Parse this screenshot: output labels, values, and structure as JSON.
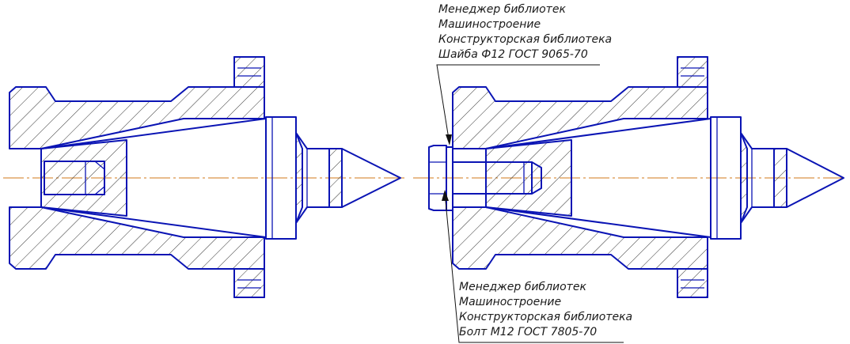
{
  "callouts": {
    "top": {
      "line1": "Менеджер библиотек",
      "line2": "Машиностроение",
      "line3": "Конструкторская библиотека",
      "line4": "Шайба Ф12 ГОСТ 9065-70"
    },
    "bottom": {
      "line1": "Менеджер библиотек",
      "line2": "Машиностроение",
      "line3": "Конструкторская библиотека",
      "line4": "Болт М12 ГОСТ 7805-70"
    }
  },
  "colors": {
    "outline": "#0a14b4",
    "centerline": "#d07818",
    "leader": "#111111",
    "hatch": "#1a1a1a"
  }
}
